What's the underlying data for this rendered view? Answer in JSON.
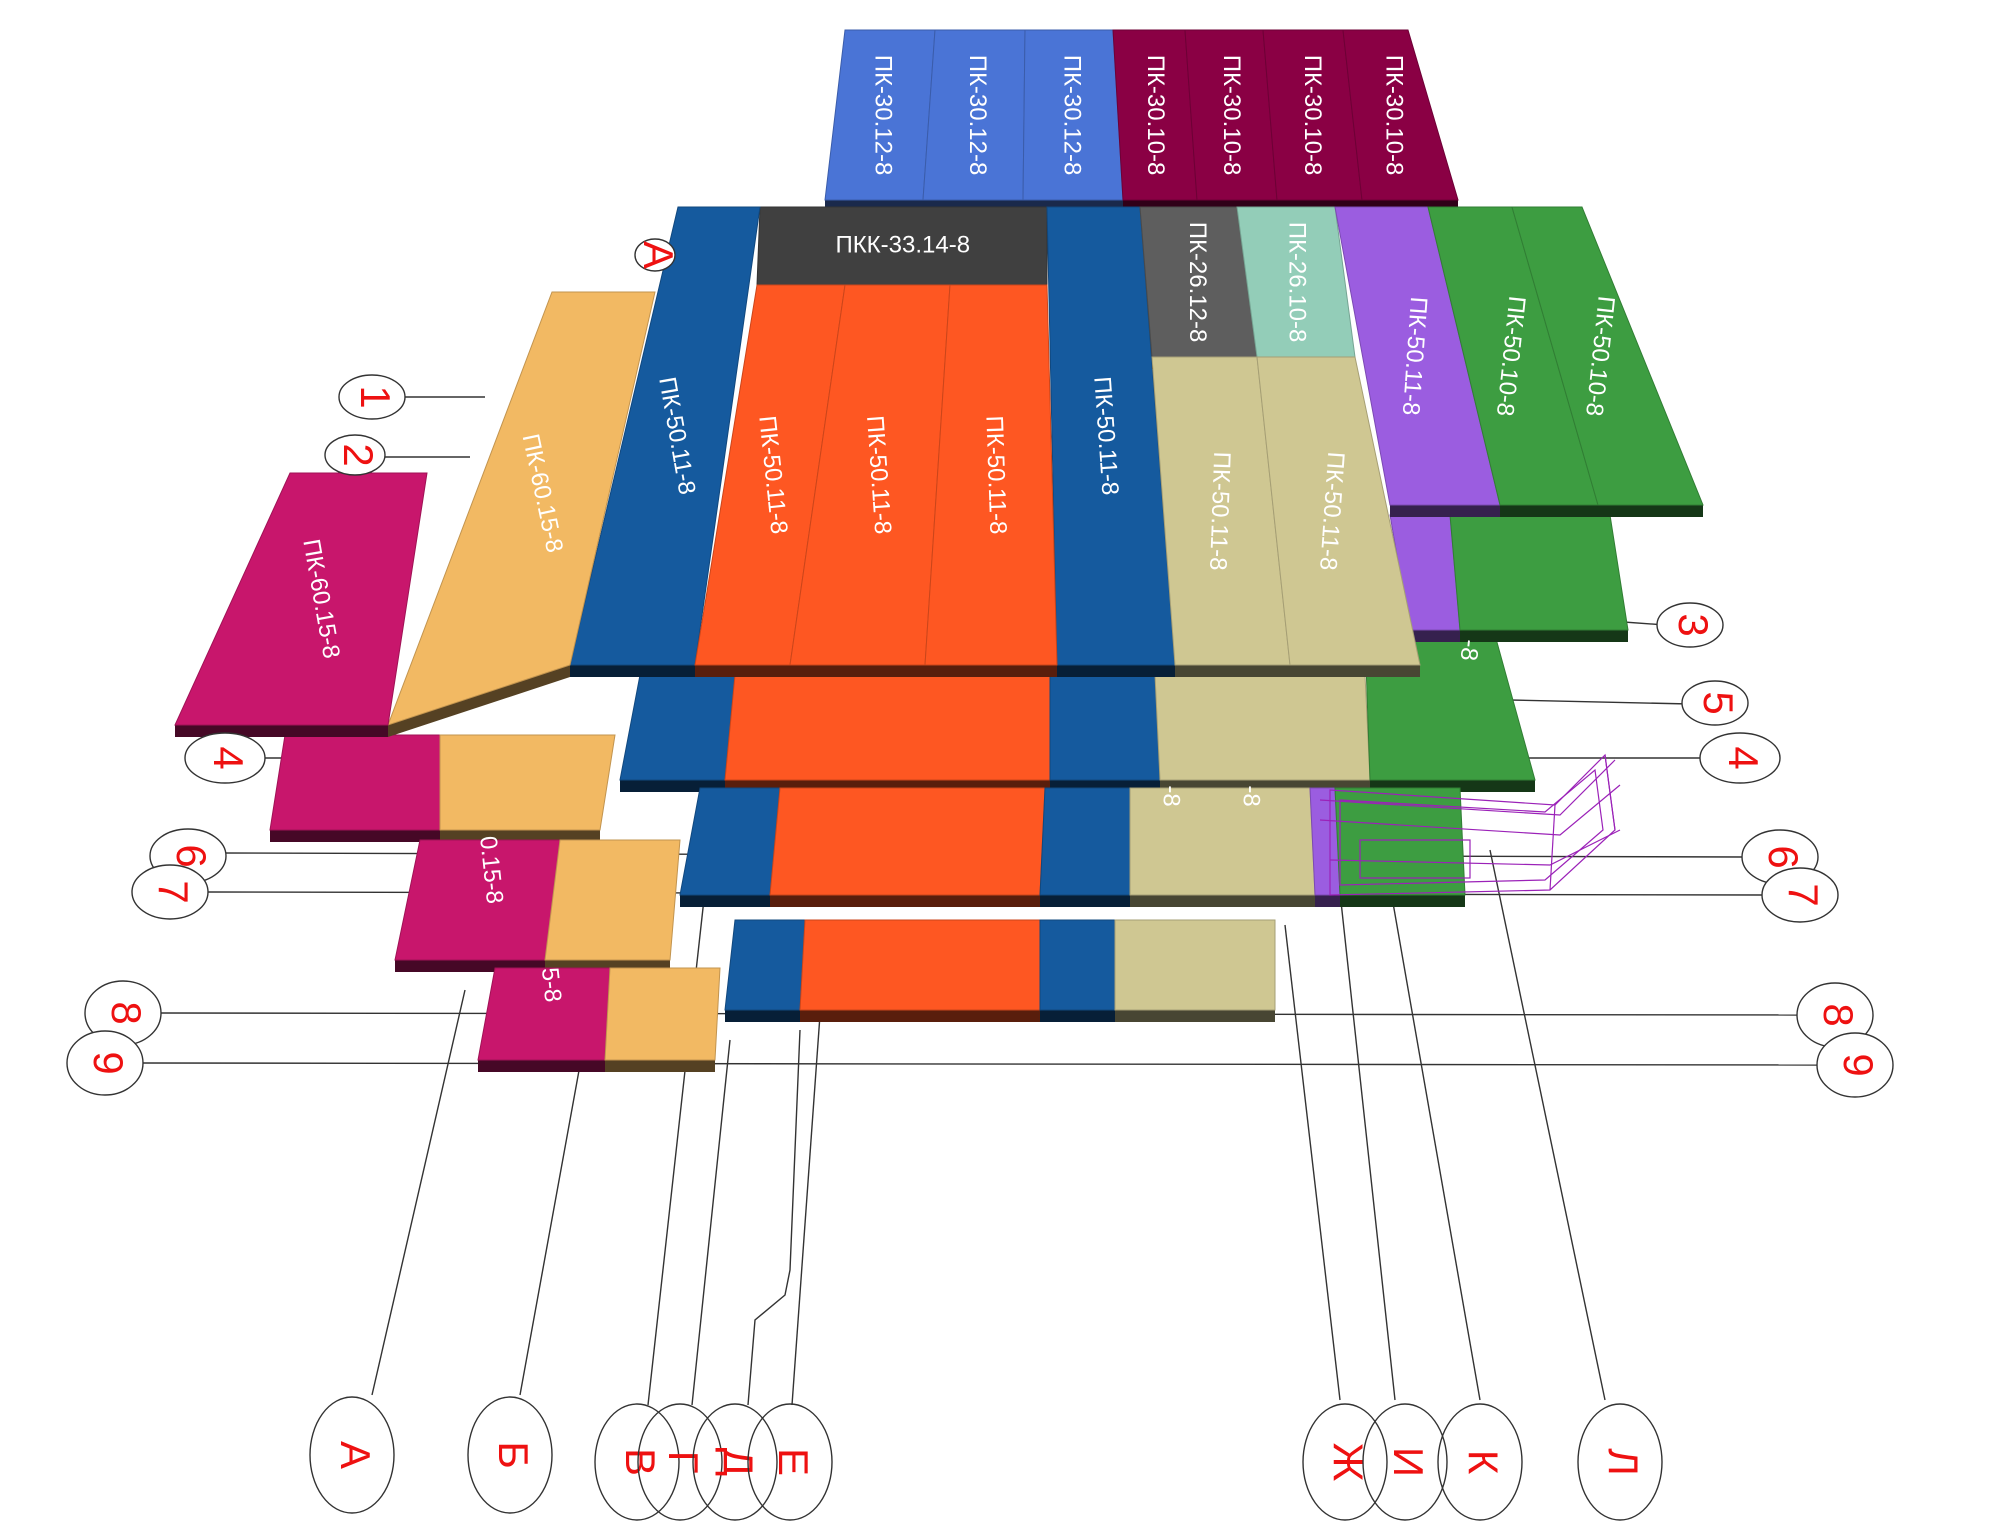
{
  "panels": [
    {
      "id": "top1",
      "label": "ПК-30.12-8",
      "color": "#4a74d6",
      "label_rot": 90
    },
    {
      "id": "top2",
      "label": "ПК-30.12-8",
      "color": "#4a74d6",
      "label_rot": 90
    },
    {
      "id": "top3",
      "label": "ПК-30.12-8",
      "color": "#4a74d6",
      "label_rot": 90
    },
    {
      "id": "top4",
      "label": "ПК-30.10-8",
      "color": "#8a0044",
      "label_rot": 90
    },
    {
      "id": "top5",
      "label": "ПК-30.10-8",
      "color": "#8a0044",
      "label_rot": 90
    },
    {
      "id": "top6",
      "label": "ПК-30.10-8",
      "color": "#8a0044",
      "label_rot": 90
    },
    {
      "id": "top7",
      "label": "ПК-30.10-8",
      "color": "#8a0044",
      "label_rot": 90
    },
    {
      "id": "pkk",
      "label": "ПКК-33.14-8",
      "color": "#404040",
      "label_rot": 0
    },
    {
      "id": "blueL",
      "label": "ПК-50.11-8",
      "color": "#155a9e",
      "label_rot": 80
    },
    {
      "id": "blueR",
      "label": "ПК-50.11-8",
      "color": "#155a9e",
      "label_rot": 86
    },
    {
      "id": "or1",
      "label": "ПК-50.11-8",
      "color": "#fe5722",
      "label_rot": 84
    },
    {
      "id": "or2",
      "label": "ПК-50.11-8",
      "color": "#fe5722",
      "label_rot": 86
    },
    {
      "id": "or3",
      "label": "ПК-50.11-8",
      "color": "#fe5722",
      "label_rot": 88
    },
    {
      "id": "gray26",
      "label": "ПК-26.12-8",
      "color": "#5e5e5e",
      "label_rot": 90
    },
    {
      "id": "mint26",
      "label": "ПК-26.10-8",
      "color": "#93cdb8",
      "label_rot": 90
    },
    {
      "id": "tan1",
      "label": "ПК-50.11-8",
      "color": "#cfc792",
      "label_rot": 92
    },
    {
      "id": "tan2",
      "label": "ПК-50.11-8",
      "color": "#cfc792",
      "label_rot": 94
    },
    {
      "id": "purple",
      "label": "ПК-50.11-8",
      "color": "#9b5de0",
      "label_rot": 94
    },
    {
      "id": "green1",
      "label": "ПК-50.10-8",
      "color": "#3d9d41",
      "label_rot": 96
    },
    {
      "id": "green2",
      "label": "ПК-50.10-8",
      "color": "#3d9d41",
      "label_rot": 96
    },
    {
      "id": "yellow",
      "label": "ПК-60.15-8",
      "color": "#f2b963",
      "label_rot": 78
    },
    {
      "id": "magenta",
      "label": "ПК-60.15-8",
      "color": "#c8166c",
      "label_rot": 80
    }
  ],
  "partial_labels": [
    {
      "id": "pl-mag3",
      "label": "0.15-8"
    },
    {
      "id": "pl-mag4",
      "label": "5-8"
    },
    {
      "id": "pl-tan3a",
      "label": "-8"
    },
    {
      "id": "pl-tan3b",
      "label": "-8"
    },
    {
      "id": "pl-green2",
      "label": "-8"
    }
  ],
  "axis_markers_numeric": [
    {
      "id": "n1",
      "label": "1"
    },
    {
      "id": "n2",
      "label": "2"
    },
    {
      "id": "n3",
      "label": "3"
    },
    {
      "id": "n5",
      "label": "5"
    },
    {
      "id": "n4L",
      "label": "4"
    },
    {
      "id": "n4R",
      "label": "4"
    },
    {
      "id": "n6L",
      "label": "6"
    },
    {
      "id": "n7L",
      "label": "7"
    },
    {
      "id": "n6R",
      "label": "6"
    },
    {
      "id": "n7R",
      "label": "7"
    },
    {
      "id": "n8L",
      "label": "8"
    },
    {
      "id": "n9L",
      "label": "9"
    },
    {
      "id": "n8R",
      "label": "8"
    },
    {
      "id": "n9R",
      "label": "9"
    },
    {
      "id": "nA_top",
      "label": "А"
    }
  ],
  "axis_markers_letters": [
    {
      "id": "LA",
      "label": "А"
    },
    {
      "id": "LB",
      "label": "Б"
    },
    {
      "id": "LV",
      "label": "В"
    },
    {
      "id": "LG",
      "label": "Г"
    },
    {
      "id": "LD",
      "label": "Д"
    },
    {
      "id": "LE",
      "label": "Е"
    },
    {
      "id": "LZh",
      "label": "Ж"
    },
    {
      "id": "LI",
      "label": "И"
    },
    {
      "id": "LK",
      "label": "К"
    },
    {
      "id": "LL",
      "label": "Л"
    }
  ],
  "colors": {
    "marker_text": "#ee1111",
    "panel_edge": "#2a2a1c",
    "line": "#333333"
  }
}
